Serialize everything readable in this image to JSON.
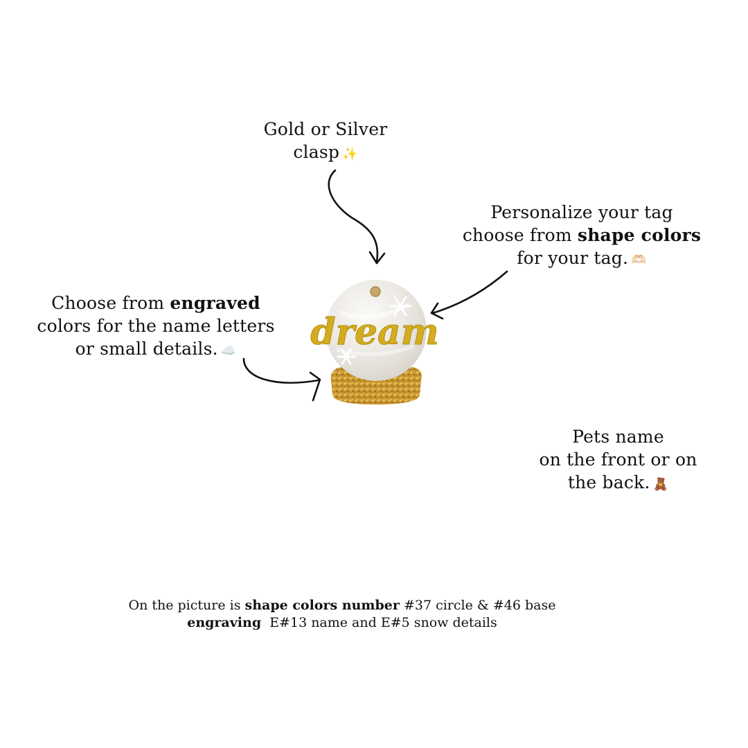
{
  "captions": {
    "clasp": {
      "line1": "Gold or Silver",
      "line2": "clasp",
      "icon": "sparkles-icon",
      "icon_glyph": "✨"
    },
    "shape": {
      "line1": "Personalize your tag",
      "line2_prefix": "choose from ",
      "line2_bold": "shape colors",
      "line3": "for your tag.",
      "icon": "heart-hands-icon",
      "icon_glyph": "🫶🏻"
    },
    "engraved": {
      "line1_prefix": "Choose from ",
      "line1_bold": "engraved",
      "line2": "colors for the name letters",
      "line3": "or small details.",
      "icon": "cloud-icon",
      "icon_glyph": "☁️"
    },
    "pets": {
      "line1": "Pets name",
      "line2": "on the front or on",
      "line3": "the back.",
      "icon": "teddy-bear-icon",
      "icon_glyph": "🧸"
    }
  },
  "product": {
    "engraved_word": "dream",
    "colors": {
      "circle": "#ece9e4",
      "engraving": "#d4ac1e",
      "base": "#c9962e",
      "snow": "#ffffff"
    }
  },
  "footnote": {
    "line1_prefix": "On the picture is ",
    "line1_bold": "shape colors number",
    "line1_suffix": " #37 circle & #46 base",
    "line2_bold": "engraving",
    "line2_suffix": "  E#13 name and E#5 snow details"
  }
}
